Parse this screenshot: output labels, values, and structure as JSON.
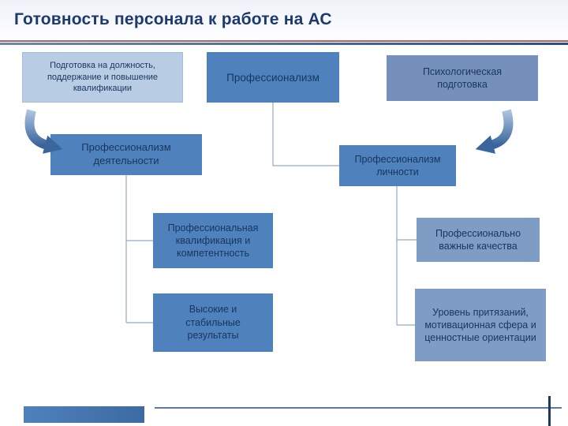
{
  "title": "Готовность персонала к работе на АС",
  "nodes": {
    "training": {
      "label": "Подготовка на должность, поддержание и повышение квалификации"
    },
    "professionalism": {
      "label": "Профессионализм"
    },
    "psychological": {
      "label": "Психологическая подготовка"
    },
    "prof_activity": {
      "label": "Профессионализм деятельности"
    },
    "prof_personality": {
      "label": "Профессионализм личности"
    },
    "qualification": {
      "label": "Профессиональная квалификация и компетентность"
    },
    "important_qualities": {
      "label": "Профессионально важные качества"
    },
    "results": {
      "label": "Высокие и стабильные результаты"
    },
    "aspirations": {
      "label": "Уровень притязаний, мотивационная сфера и ценностные ориентации"
    }
  },
  "icons": {
    "left_arrow": "curved-arrow-down-right",
    "right_arrow": "curved-arrow-down-left"
  },
  "colors": {
    "title_text": "#1c3a6e",
    "rule_red": "#a3646c",
    "rule_blue": "#2e4f82",
    "box_primary": "#4f81bd",
    "box_light": "#b8cce4",
    "box_muted": "#7e9cc4",
    "box_text": "#17365d",
    "connector": "#92a9c7",
    "footer_bar": "#4f81bd"
  }
}
